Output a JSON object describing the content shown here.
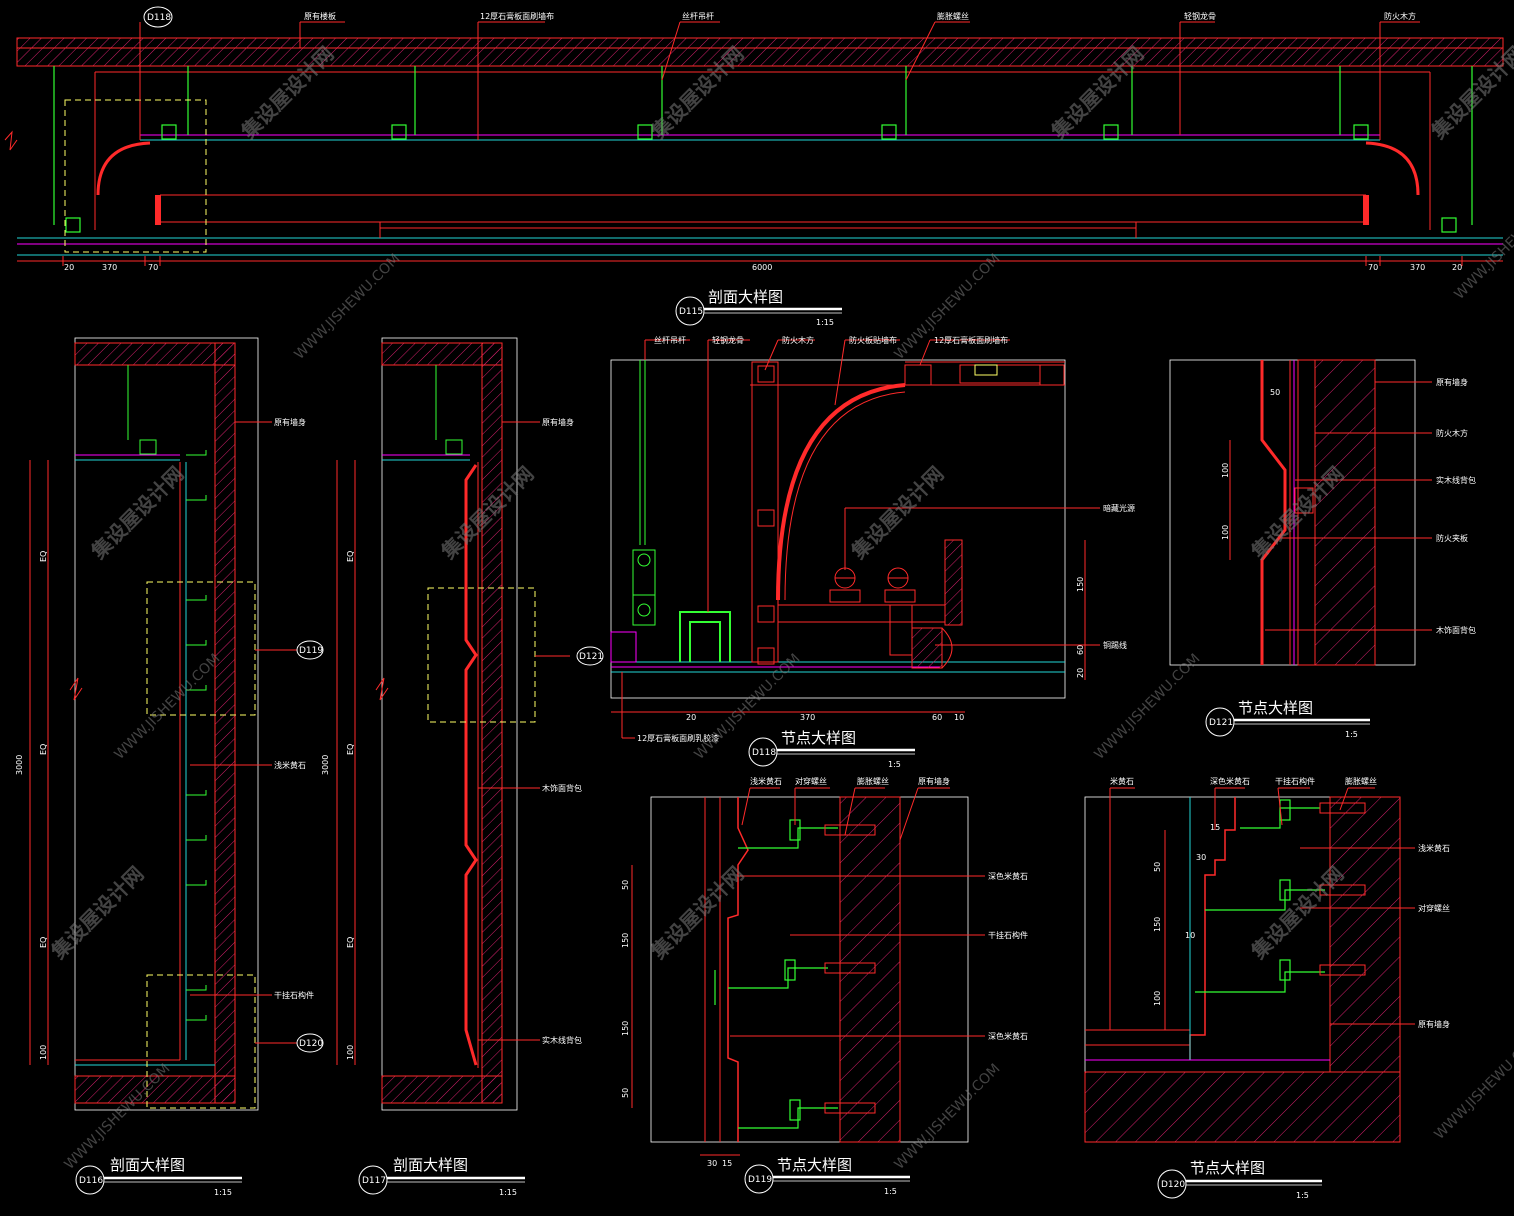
{
  "colors": {
    "background": "#000000",
    "structure": "#ff2a2a",
    "hatch": "#d4206b",
    "steel": "#33ff33",
    "magenta": "#ff00ff",
    "cyan": "#22d6d6",
    "yellow": "#ffff66",
    "annotation_leader": "#ff2a2a",
    "text": "#ffffff",
    "watermark": "#7a7a7a"
  },
  "drawing": {
    "d115": {
      "tag": "D118",
      "title": "剖面大样图",
      "title_tag": "D115",
      "scale": "1:15",
      "labels": [
        "原有楼板",
        "12厚石膏板面刷墙布",
        "丝杆吊杆",
        "膨胀螺丝",
        "轻钢龙骨",
        "防火木方"
      ],
      "dims": [
        "20",
        "370",
        "70",
        "6000",
        "70",
        "370",
        "20"
      ]
    },
    "d116": {
      "title": "剖面大样图",
      "title_tag": "D116",
      "scale": "1:15",
      "labels": [
        "原有墙身",
        "浅米黄石",
        "干挂石构件"
      ],
      "callouts": [
        "D119",
        "D120"
      ],
      "dims_eq": [
        "EQ",
        "EQ",
        "EQ"
      ],
      "dims": [
        "3000",
        "100"
      ]
    },
    "d117": {
      "title": "剖面大样图",
      "title_tag": "D117",
      "scale": "1:15",
      "labels": [
        "原有墙身",
        "木饰面背包",
        "实木线背包"
      ],
      "callouts": [
        "D121"
      ],
      "dims_eq": [
        "EQ",
        "EQ",
        "EQ"
      ],
      "dims": [
        "3000",
        "100"
      ]
    },
    "d118": {
      "title": "节点大样图",
      "title_tag": "D118",
      "scale": "1:5",
      "labels": [
        "丝杆吊杆",
        "轻钢龙骨",
        "防火木方",
        "防火板贴墙布",
        "12厚石膏板面刷墙布",
        "暗藏光源",
        "铜踢线",
        "12厚石膏板面刷乳胶漆"
      ],
      "dims_h": [
        "20",
        "370",
        "60",
        "10"
      ],
      "dims_v": [
        "150",
        "60",
        "20"
      ]
    },
    "d119": {
      "title": "节点大样图",
      "title_tag": "D119",
      "scale": "1:5",
      "labels": [
        "浅米黄石",
        "对穿螺丝",
        "膨胀螺丝",
        "原有墙身",
        "深色米黄石",
        "干挂石构件",
        "深色米黄石"
      ],
      "dims_v": [
        "50",
        "150",
        "150",
        "50"
      ],
      "dims_h": [
        "30",
        "15"
      ]
    },
    "d120": {
      "title": "节点大样图",
      "title_tag": "D120",
      "scale": "1:5",
      "labels": [
        "米黄石",
        "深色米黄石",
        "干挂石构件",
        "膨胀螺丝",
        "浅米黄石",
        "对穿螺丝",
        "原有墙身"
      ],
      "dims_v": [
        "15",
        "50",
        "30",
        "150",
        "10",
        "100"
      ]
    },
    "d121": {
      "title": "节点大样图",
      "title_tag": "D121",
      "scale": "1:5",
      "labels": [
        "原有墙身",
        "防火木方",
        "实木线背包",
        "防火夹板",
        "木饰面背包"
      ],
      "dims_v": [
        "50",
        "100",
        "100"
      ]
    }
  },
  "watermark": {
    "cn": "集设屋设计网",
    "en": "WWW.JISHEWU.COM"
  }
}
